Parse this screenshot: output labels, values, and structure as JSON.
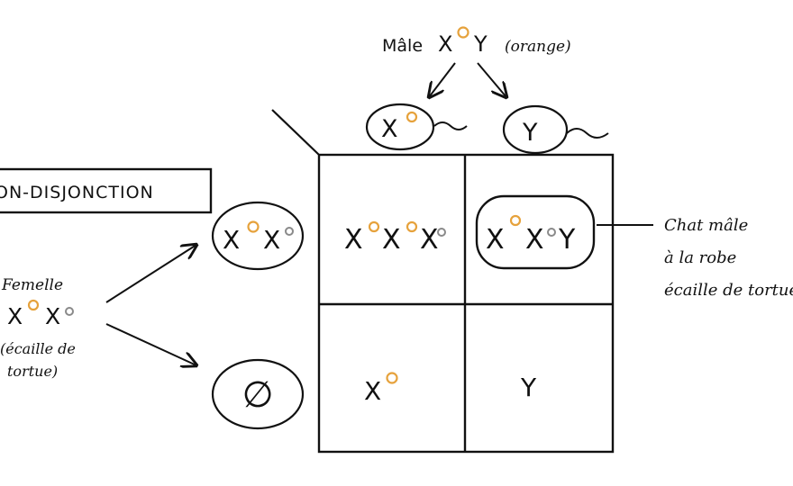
{
  "colors": {
    "orange_allele": "#e6a23c",
    "grey_allele": "#8a8a8a",
    "ink": "#111111"
  },
  "title_box": {
    "text": "ON-DISJONCTION"
  },
  "male": {
    "prefix": "Mâle",
    "x": "X",
    "y": "Y",
    "note": "(orange)"
  },
  "male_gametes": {
    "x": "X",
    "y": "Y"
  },
  "female": {
    "label": "Femelle",
    "x1": "X",
    "x2": "X",
    "note_line1": "(écaille de",
    "note_line2": "tortue)"
  },
  "female_gametes": {
    "xx_x1": "X",
    "xx_x2": "X",
    "null_symbol": "∅"
  },
  "cells": {
    "top_left": [
      "X",
      "X",
      "X"
    ],
    "top_right": [
      "X",
      "X",
      "Y"
    ],
    "bottom_left": "X",
    "bottom_right": "Y"
  },
  "annotation": {
    "line1": "Chat mâle",
    "line2": "à la robe",
    "line3": "écaille de tortue"
  }
}
